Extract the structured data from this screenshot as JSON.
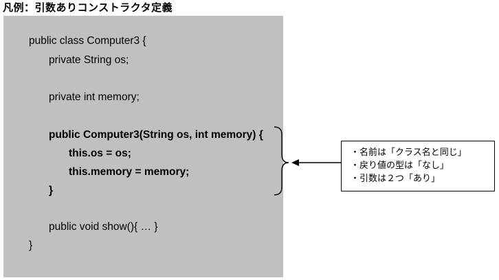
{
  "title": "凡例：引数ありコンストラクタ定義",
  "code": {
    "lines": [
      "public class Computer3 {",
      "private String os;",
      "private int memory;",
      "public Computer3(String os, int memory) {",
      "this.os = os;",
      "this.memory = memory;",
      "}",
      "public void show(){ … }",
      "}"
    ]
  },
  "callout": {
    "items": [
      "・名前は「クラス名と同じ」",
      "・戻り値の型は「なし」",
      "・引数は２つ「あり」"
    ]
  },
  "colors": {
    "panel_background": "#c0c0c0",
    "text": "#000000"
  }
}
